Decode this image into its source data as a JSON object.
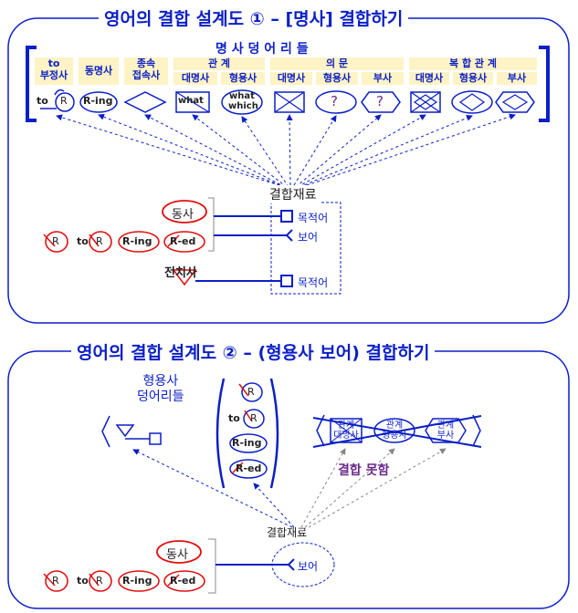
{
  "section1": {
    "title": "영어의 결합 설계도 ① – [명사] 결합하기",
    "group_title": "명 사  덩 어 리 들",
    "headers": {
      "to": "to\n부정사",
      "gerund": "동명사",
      "conj": "종속\n접속사",
      "relative": "관  계",
      "rel_noun": "대명사",
      "rel_adj": "형용사",
      "interrogative": "의 문",
      "int_noun": "대명사",
      "int_adj": "형용사",
      "int_adv": "부사",
      "compound": "복 합 관 계",
      "cmp_noun": "대명사",
      "cmp_adj": "형용사",
      "cmp_adv": "부사"
    },
    "icon_texts": {
      "to": "to",
      "R": "R",
      "ring": "R-ing",
      "what": "what",
      "what_which_1": "what",
      "what_which_2": "which",
      "q1": "?",
      "q2": "?"
    },
    "material_label": "결합재료",
    "verb_label": "동사",
    "preposition_label": "전치사",
    "slots": [
      "목적어",
      "보어",
      "목적어"
    ],
    "forms": [
      "R",
      "to",
      "R",
      "R-ing",
      "R-ed"
    ]
  },
  "section2": {
    "title": "영어의 결합 설계도 ② – (형용사 보어) 결합하기",
    "group_title": "형용사\n덩어리들",
    "forms_stack": [
      "R",
      "to",
      "R",
      "R-ing",
      "R-ed"
    ],
    "crossed": [
      "관계\n대명사",
      "관계\n형용사",
      "관계\n부사"
    ],
    "cannot_label": "결합 못함",
    "material_label": "결합재료",
    "complement_label": "보어",
    "verb_label": "동사",
    "forms": [
      "R",
      "to",
      "R",
      "R-ing",
      "R-ed"
    ]
  },
  "colors": {
    "primary": "#0b1fc7",
    "red": "#e01010",
    "header_bg": "#fdf3c4",
    "gray_arrow": "#888888",
    "purple": "#6b2a8c"
  }
}
